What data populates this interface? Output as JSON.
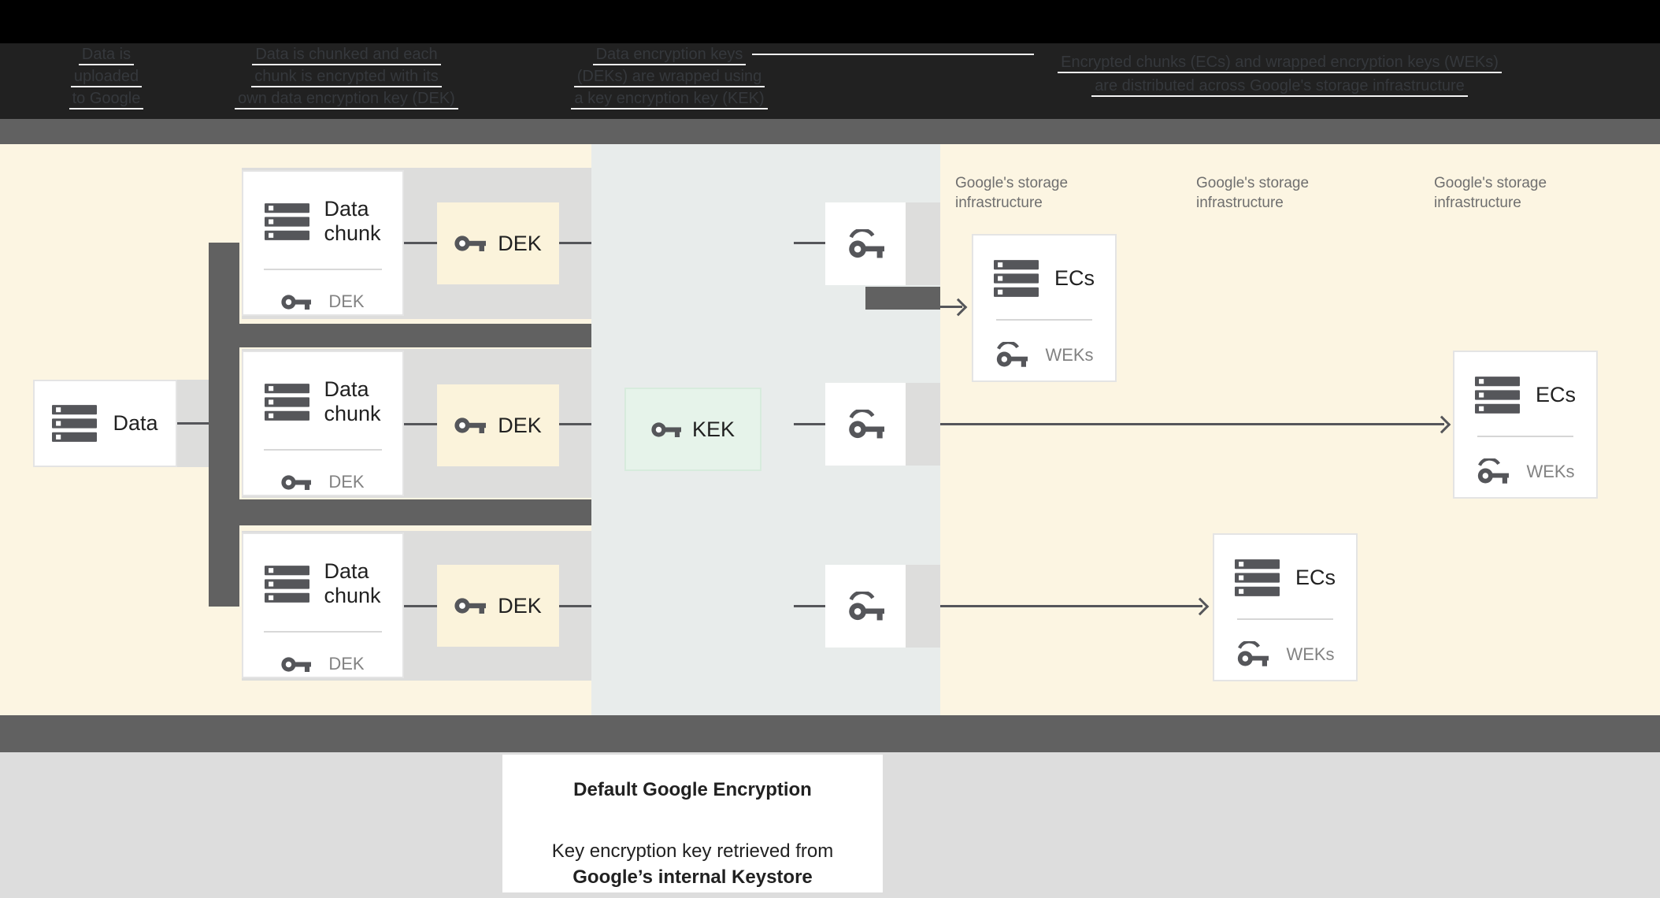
{
  "header": {
    "columns": [
      {
        "lines": [
          "Data is",
          "uploaded",
          "to Google"
        ]
      },
      {
        "lines": [
          "Data is chunked and each",
          "chunk is encrypted with its",
          "own data encryption key (DEK)"
        ]
      },
      {
        "lines": [
          "Data encryption keys",
          "(DEKs) are wrapped using",
          "a key encryption key (KEK)"
        ]
      },
      {
        "lines": [
          "Encrypted chunks (ECs) and wrapped encryption keys (WEKs)",
          "are distributed across Google's storage infrastructure"
        ]
      }
    ]
  },
  "diagram": {
    "data_label": "Data",
    "chunk_title": "Data\nchunk",
    "chunk_sub": "DEK",
    "dek_label": "DEK",
    "kek_label": "KEK",
    "ecs_title": "ECs",
    "ecs_sub": "WEKs",
    "storage_label": "Google's storage\ninfrastructure"
  },
  "caption": {
    "title": "Default Google Encryption",
    "line1": "Key encryption key retrieved from",
    "line2": "Google’s internal Keystore"
  },
  "colors": {
    "header_bg": "#212121",
    "band_dark": "#616161",
    "stage_yellow": "#FCF5E2",
    "panel_blue": "#E8ECEB",
    "panel_gray": "#DDDDDC",
    "dek_cream": "#FBF3DB",
    "kek_green": "#E6F3EA",
    "ink": "#55565A",
    "footer_gray": "#DDDDDD"
  },
  "icons": [
    "server-icon",
    "key-icon",
    "wrapped-key-icon"
  ]
}
